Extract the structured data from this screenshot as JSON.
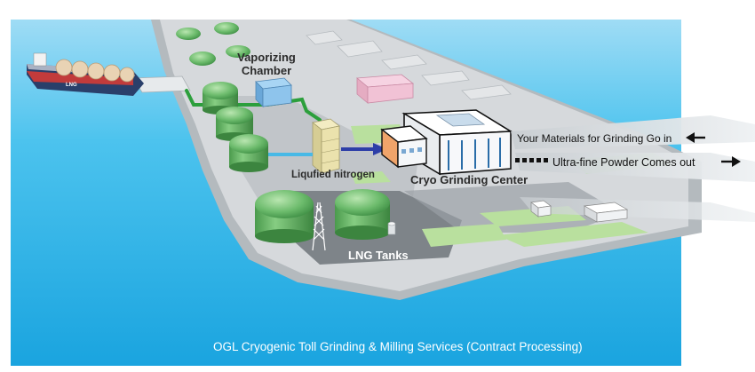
{
  "labels": {
    "vaporizing_chamber_line1": "Vaporizing",
    "vaporizing_chamber_line2": "Chamber",
    "liquified_nitrogen": "Liqufied nitrogen",
    "cryo_grinding_center": "Cryo Grinding Center",
    "lng_tanks": "LNG Tanks",
    "materials_in": "Your Materials for Grinding Go in",
    "powder_out": "Ultra-fine Powder Comes out",
    "ship_marking": "LNG"
  },
  "caption": "OGL Cryogenic Toll Grinding & Milling Services (Contract Processing)",
  "colors": {
    "sea": "#33b8ea",
    "land": "#cfd3d6",
    "asphalt": "#7e8489",
    "lawn": "#b9e09e",
    "tank": "#6cbb6c",
    "green_pipe": "#2c9f3c",
    "blue_pipe": "#2d3ea8",
    "caption_text": "#ffffff"
  }
}
